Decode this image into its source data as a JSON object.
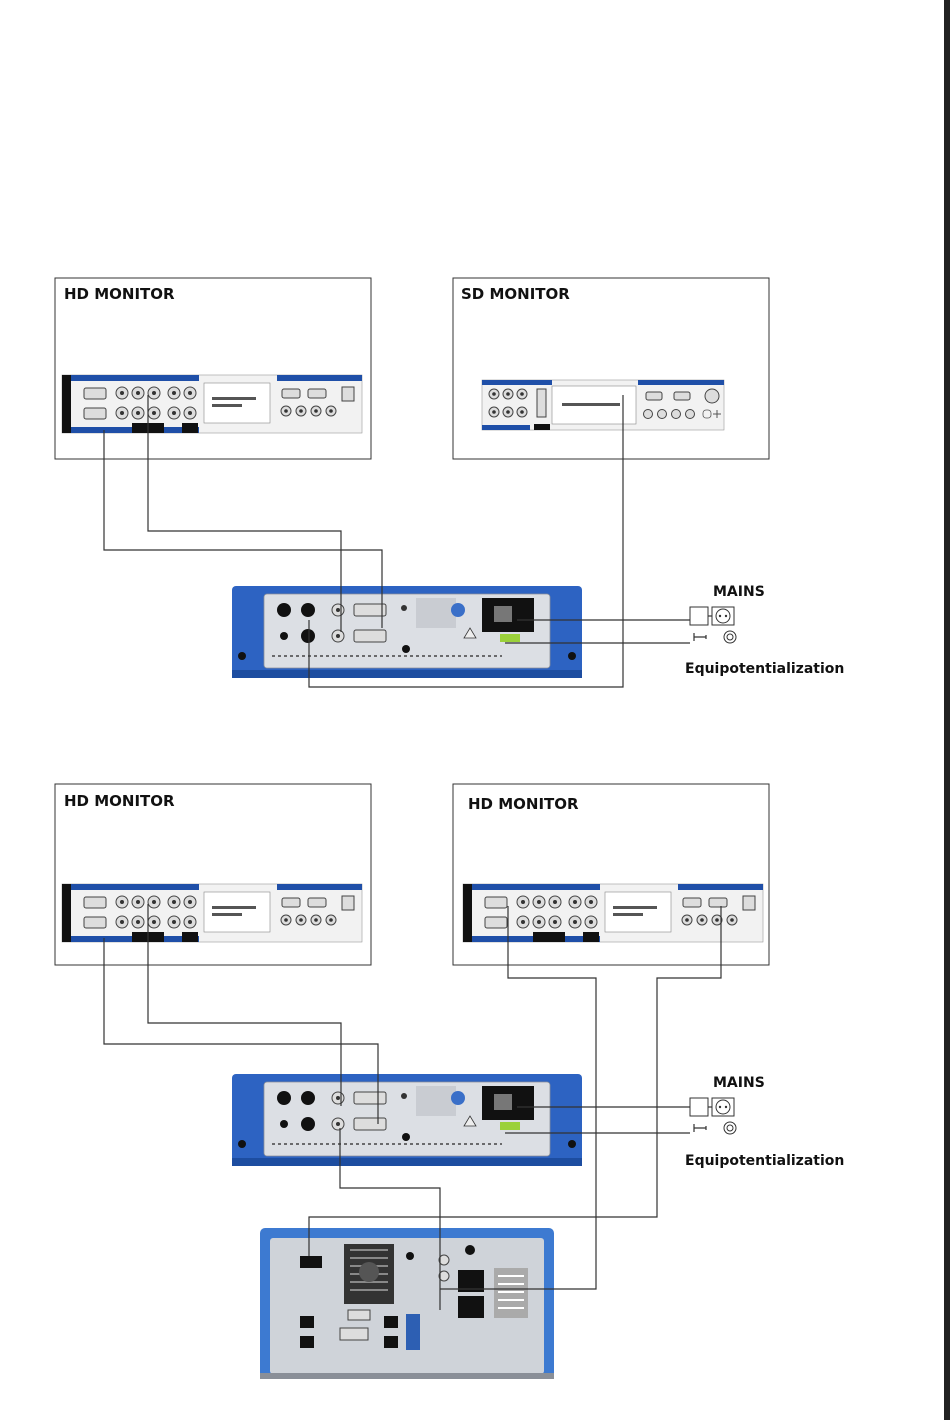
{
  "labels": {
    "top_left_monitor": "HD MONITOR",
    "top_right_monitor": "SD MONITOR",
    "bottom_left_monitor": "HD MONITOR",
    "bottom_right_monitor": "HD MONITOR",
    "mains_top": "MAINS",
    "equipotential_top": "Equipotentialization",
    "mains_bottom": "MAINS",
    "equipotential_bottom": "Equipotentialization"
  },
  "colors": {
    "panel_blue": "#1f4fa8",
    "device_blue": "#2d63c2",
    "wire": "#333333"
  }
}
